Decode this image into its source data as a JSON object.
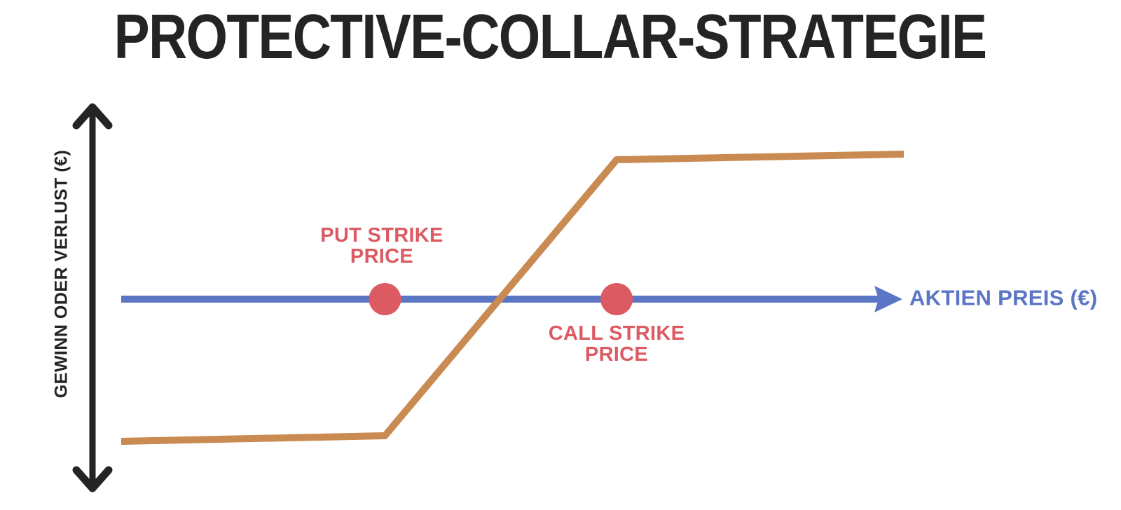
{
  "title": "PROTECTIVE-COLLAR-STRATEGIE",
  "y_axis_label": "GEWINN ODER VERLUST (€)",
  "x_axis_label": "AKTIEN PREIS (€)",
  "colors": {
    "title_text": "#242424",
    "axis_black": "#242424",
    "stock_price_axis_blue": "#5B76C5",
    "payoff_line_orange": "#C98B52",
    "strike_marker_red": "#DC5A62"
  },
  "chart_data": {
    "type": "line",
    "title": "PROTECTIVE-COLLAR-STRATEGIE",
    "xlabel": "AKTIEN PREIS (€)",
    "ylabel": "GEWINN ODER VERLUST (€)",
    "grid": false,
    "legend": false,
    "tick_labels": [],
    "x_range": [
      0,
      100
    ],
    "y_range": [
      -1.2,
      1.2
    ],
    "series": [
      {
        "name": "Protective-Collar-Payoff",
        "color": "#C98B52",
        "points": [
          {
            "x": 0,
            "y": -1.02
          },
          {
            "x": 33.7,
            "y": -0.98
          },
          {
            "x": 63.3,
            "y": 1.0
          },
          {
            "x": 100,
            "y": 1.04
          }
        ]
      }
    ],
    "markers": [
      {
        "name": "put-strike",
        "x": 33.7,
        "y": 0,
        "color": "#DC5A62",
        "label_line1": "PUT STRIKE",
        "label_line2": "PRICE"
      },
      {
        "name": "call-strike",
        "x": 63.3,
        "y": 0,
        "color": "#DC5A62",
        "label_line1": "CALL STRIKE",
        "label_line2": "PRICE"
      }
    ]
  }
}
